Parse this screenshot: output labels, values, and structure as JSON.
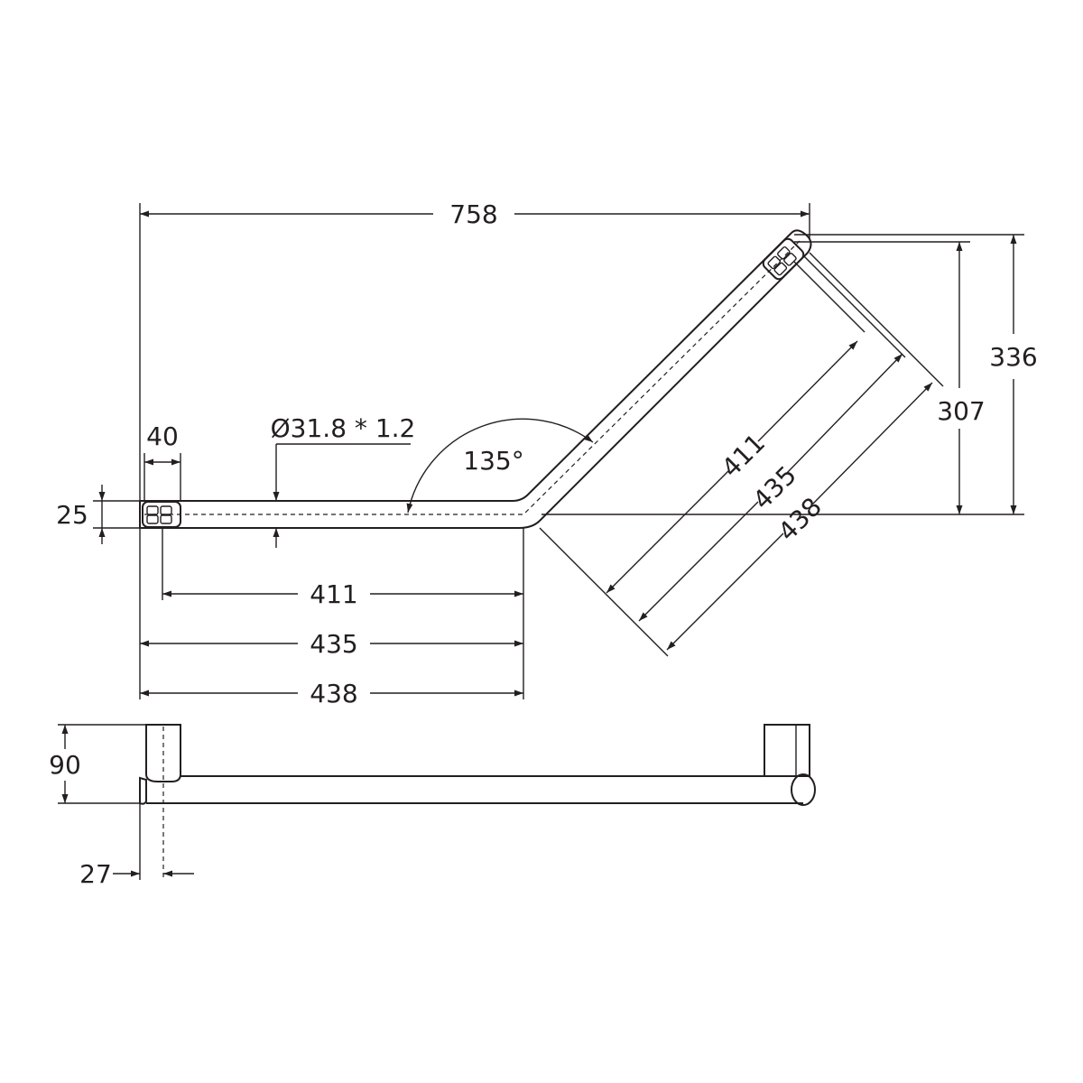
{
  "dimensions": {
    "overall_width": "758",
    "overall_height": "336",
    "angled_height": "307",
    "end_length": "40",
    "tube_width": "25",
    "tube_spec": "Ø31.8 * 1.2",
    "angle": "135°",
    "straight_leg_inner": "411",
    "straight_leg_mid": "435",
    "straight_leg_outer": "438",
    "angled_leg_inner": "411",
    "angled_leg_mid": "435",
    "angled_leg_outer": "438",
    "projection": "90",
    "flange_offset": "27"
  }
}
